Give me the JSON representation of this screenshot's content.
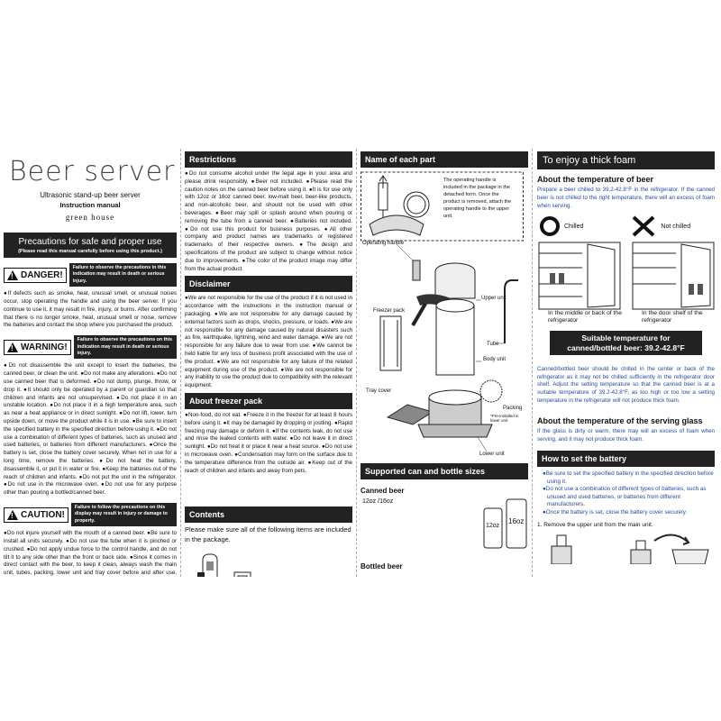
{
  "col1": {
    "title": "Beer server",
    "subtitle": "Ultrasonic stand-up beer server",
    "manual": "Instruction manual",
    "brand": "green house",
    "precautions_title": "Precautions for safe and proper use",
    "precautions_note": "(Please read this manual carefully before using this product.)",
    "danger_label": "DANGER!",
    "danger_msg": "Failure to observe the precautions in this indication may result in death or serious injury.",
    "danger_text": "●If defects such as smoke, heat, unusual smell, or unusual noises occur, stop operating the handle and using the beer server. If you continue to use it, it may result in fire, injury, or burns. After confirming that there is no longer smoke, heat, unusual smell or noise, remove the batteries and contact the shop where you purchased the product.",
    "warning_label": "WARNING!",
    "warning_msg": "Failure to observe the precautions on this indication may result in death or serious injury.",
    "warning_text": "●Do not disassemble the unit except to insert the batteries, the canned beer, or clean the unit. ●Do not make any alterations. ●Do not use canned beer that is deformed. ●Do not dump, plunge, throw, or drop it. ●It should only be operated by a parent or guardian so that children and infants are not unsupervised. ●Do not place it in an unstable location. ●Do not place it in a high temperature area, such as near a heat appliance or in direct sunlight. ●Do not lift, lower, turn upside down, or move the product while it is in use. ●Be sure to insert the specified battery in the specified direction before using it. ●Do not use a combination of different types of batteries, such as unused and used batteries, or batteries from different manufacturers. ●Once the battery is set, close the battery cover securely. When not in use for a long time, remove the batteries. ●Do not heat the battery, disassemble it, or put it in water or fire. ●Keep the batteries out of the reach of children and infants. ●Do not put the unit in the refrigerator. ●Do not use in the microwave oven. ●Do not use for any purpose other than pouring a bottled/canned beer.",
    "caution_label": "CAUTION!",
    "caution_msg": "Failure to follow the precautions on this display may result in injury or damage to property.",
    "caution_text": "●Do not injure yourself with the mouth of a canned beer. ●Be sure to install all units securely. ●Do not use the tube when it is pinched or crushed. ●Do not apply undue force to the control handle, and do not tilt it to any side other than the front or back side. ●Since it comes in direct contact with the beer, to keep it clean, always wash the main unit, tubes, packing, lower unit and tray cover before and after use. ●Use dish detergent to clean the main"
  },
  "col2": {
    "restrictions_title": "Restrictions",
    "restrictions_text": "●Do not consume alcohol under the legal age in your area and please drink responsibly. ●Beer not included. ●Please read the caution notes on the canned beer before using it. ●It is for use only with 12oz or 16oz canned beer, low-malt beer, beer-like products, and non-alcoholic beer, and should not be used with other beverages. ●Beer may spill or splash around when pouring or removing the tube from a canned beer. ●Batteries not included. ●Do not use this product for business purposes. ●All other company and product names are trademarks or registered trademarks of their respective owners. ●The design and specifications of the product are subject to change without notice due to improvements. ●The color of the product image may differ from the actual product.",
    "disclaimer_title": "Disclaimer",
    "disclaimer_text": "●We are not responsible for the use of the product if it is not used in accordance with the instructions in the instruction manual or packaging. ●We are not responsible for any damage caused by external factors such as drops, shocks, pressure, or loads. ●We are not responsible for any damage caused by natural disasters such as fire, earthquake, lightning, wind and water damage. ●We are not responsible for any failure due to wear from use. ●We cannot be held liable for any loss of business profit associated with the use of the product. ●We are not responsible for any failure of the related equipment during use of the product. ●We are not responsible for any inability to use the product due to compatibility with the relevant equipment.",
    "freezer_title": "About freezer pack",
    "freezer_text": "●Non-food, do not eat. ●Freeze it in the freezer for at least 8 hours before using it. ●It may be damaged by dropping or jostling. ●Rapid freezing may damage or deform it. ●If the contents leak, do not use and rinse the leaked contents with water. ●Do not leave it in direct sunlight. ●Do not heat it or place it near a heat source. ●Do not use in microwave oven. ●Condensation may form on the surface due to the temperature difference from the outside air. ●Keep out of the reach of children and infants and away from pets.",
    "contents_title": "Contents",
    "contents_text": "Please make sure all of the following items are included in the package."
  },
  "col3": {
    "parts_title": "Name of each part",
    "handle_note": "The operating handle is included in the package in the detached form. Once the product is removed, attach the operating handle to the upper unit.",
    "labels": {
      "operating_handle": "Operating handle",
      "upper_unit": "Upper unit",
      "freezer_pack": "Freezer pack",
      "tube": "Tube",
      "body_unit": "Body unit",
      "tray_cover": "Tray cover",
      "packing": "Packing",
      "preinstalled": "*Pre-installed in lower unit",
      "lower_unit": "Lower unit"
    },
    "supported_title": "Supported can and bottle sizes",
    "canned_title": "Canned beer",
    "canned_sizes": "12oz /16oz",
    "can_small": "12oz",
    "can_large": "16oz",
    "bottled_title": "Bottled beer"
  },
  "col4": {
    "foam_title": "To enjoy a thick foam",
    "temp_title": "About the temperature of beer",
    "temp_text": "Prepare a beer chilled to 39.2-42.8°F in the refrigerator. If the canned beer is not chilled to the right temperature, there will an excess of foam when serving.",
    "chilled": "Chilled",
    "not_chilled": "Not chilled",
    "fridge_left": "In the middle or back of the refrigerator",
    "fridge_right": "In the door shelf of the refrigerator",
    "suitable_line1": "Suitable temperature for",
    "suitable_line2": "canned/bottled beer: 39.2-42.8°F",
    "temp_text2": "Canned/bottled beer should be chilled in the center or back of the refrigerator as it may not be chilled sufficiently in the refrigerator door shelf. Adjust the setting temperature so that the canned beer is at a suitable temperature of 39.2-42.8°F, as too high or too low a setting temperature in the refrigerator will not produce thick foam.",
    "glass_title": "About the temperature of the serving glass",
    "glass_text": "If the glass is dirty or warm, there may will an excess of foam when serving, and it may not produce thick foam.",
    "battery_title": "How to set the battery",
    "battery_items": [
      "●Be sure to set the specified battery in the specified direction before using it.",
      "●Do not use a combination of different types of batteries, such as unused and used batteries, or batteries from different manufacturers.",
      "●Once the battery is set, close the battery cover securely."
    ],
    "step1": "1. Remove the upper unit from the main unit."
  }
}
